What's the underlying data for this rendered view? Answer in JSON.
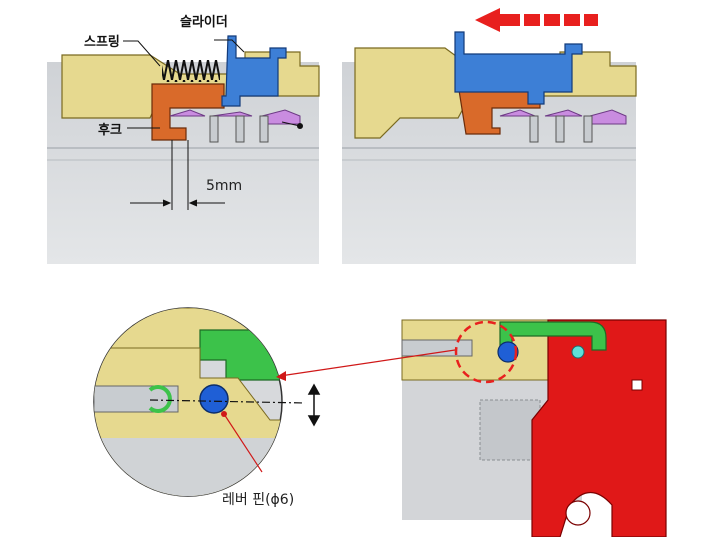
{
  "labels": {
    "spring": "스프링",
    "slider": "슬라이더",
    "hook": "후크",
    "gap": "5mm",
    "lever_pin": "레버 핀(ϕ6)"
  },
  "colors": {
    "housing_tan": "#e6d98f",
    "housing_outline": "#7a6a20",
    "slider_blue": "#3d7fd6",
    "hook_orange": "#d96a2a",
    "pad_purple": "#c98ce0",
    "base_gray": "#d8dadd",
    "lever_green": "#3cc24a",
    "frame_red": "#e01818",
    "arrow_red": "#e8201e",
    "pin_blue": "#1f5fd6",
    "pin_cyan": "#5fe0d8"
  },
  "icons": {
    "motion_arrow": "arrow-left-dashed",
    "vertical_arrow": "double-headed-vertical-arrow"
  }
}
